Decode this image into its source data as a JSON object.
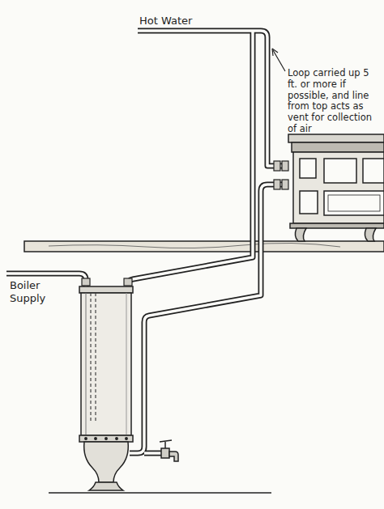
{
  "diagram": {
    "labels": [
      "Hot Water",
      "Loop carried up 5 ft. or more if possible, and line from top acts as vent for collection of air",
      "Boiler Supply"
    ]
  }
}
